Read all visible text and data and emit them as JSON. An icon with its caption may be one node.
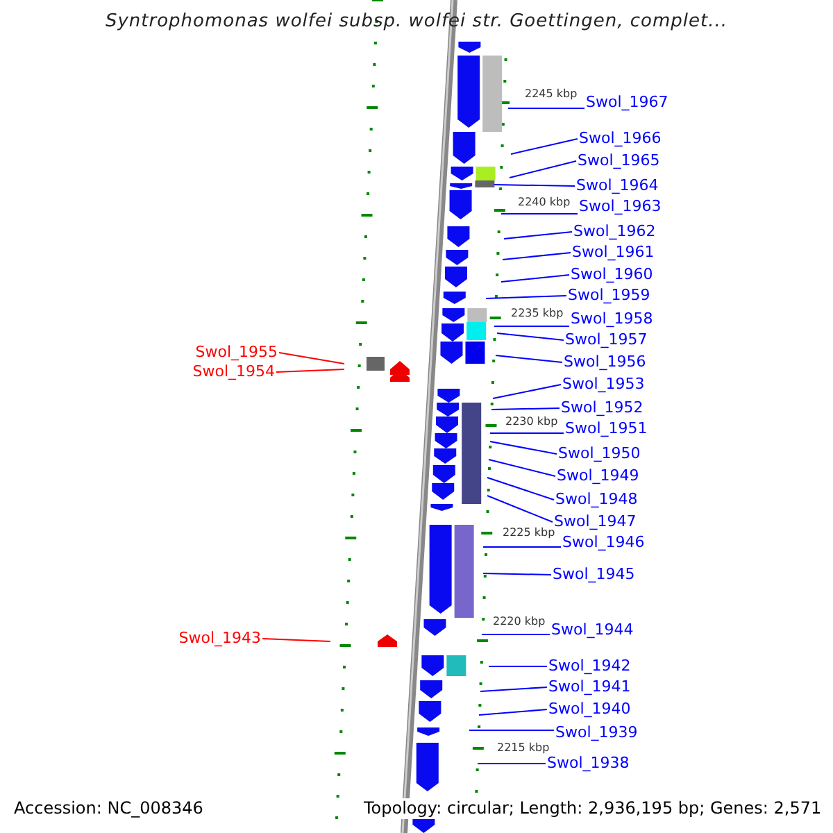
{
  "diagram": {
    "title": "Syntrophomonas wolfei subsp. wolfei str. Goettingen, complet...",
    "nodes": [
      {
        "text": [
          "Swol_1967"
        ]
      },
      {
        "text": [
          "Swol_1966"
        ]
      },
      {
        "text": [
          "Swol_1965"
        ]
      },
      {
        "text": [
          "Swol_1964"
        ]
      },
      {
        "text": [
          "Swol_1963"
        ]
      },
      {
        "text": [
          "Swol_1962"
        ]
      },
      {
        "text": [
          "Swol_1961"
        ]
      },
      {
        "text": [
          "Swol_1960"
        ]
      },
      {
        "text": [
          "Swol_1959"
        ]
      },
      {
        "text": [
          "Swol_1958"
        ]
      },
      {
        "text": [
          "Swol_1957"
        ]
      },
      {
        "text": [
          "Swol_1956"
        ]
      },
      {
        "text": [
          "Swol_1955"
        ]
      },
      {
        "text": [
          "Swol_1954"
        ]
      },
      {
        "text": [
          "Swol_1953"
        ]
      },
      {
        "text": [
          "Swol_1952"
        ]
      },
      {
        "text": [
          "Swol_1951"
        ]
      },
      {
        "text": [
          "Swol_1950"
        ]
      },
      {
        "text": [
          "Swol_1949"
        ]
      },
      {
        "text": [
          "Swol_1948"
        ]
      },
      {
        "text": [
          "Swol_1947"
        ]
      },
      {
        "text": [
          "Swol_1946"
        ]
      },
      {
        "text": [
          "Swol_1945"
        ]
      },
      {
        "text": [
          "Swol_1944"
        ]
      },
      {
        "text": [
          "Swol_1943"
        ]
      },
      {
        "text": [
          "Swol_1942"
        ]
      },
      {
        "text": [
          "Swol_1941"
        ]
      },
      {
        "text": [
          "Swol_1940"
        ]
      },
      {
        "text": [
          "Swol_1939"
        ]
      },
      {
        "text": [
          "Swol_1938"
        ]
      }
    ],
    "edges": [
      {
        "from": 0,
        "to": null,
        "arrow": "none"
      },
      {
        "from": 1,
        "to": null,
        "arrow": "none"
      },
      {
        "from": 2,
        "to": null,
        "arrow": "none"
      },
      {
        "from": 3,
        "to": null,
        "arrow": "none"
      },
      {
        "from": 4,
        "to": null,
        "arrow": "none"
      },
      {
        "from": 5,
        "to": null,
        "arrow": "none"
      },
      {
        "from": 6,
        "to": null,
        "arrow": "none"
      },
      {
        "from": 7,
        "to": null,
        "arrow": "none"
      },
      {
        "from": 8,
        "to": null,
        "arrow": "none"
      },
      {
        "from": 9,
        "to": null,
        "arrow": "none"
      },
      {
        "from": 10,
        "to": null,
        "arrow": "none"
      },
      {
        "from": 11,
        "to": null,
        "arrow": "none"
      },
      {
        "from": 12,
        "to": null,
        "arrow": "none",
        "color": "#ff0000"
      },
      {
        "from": 13,
        "to": null,
        "arrow": "none",
        "color": "#ff0000"
      },
      {
        "from": 14,
        "to": null,
        "arrow": "none"
      },
      {
        "from": 15,
        "to": null,
        "arrow": "none"
      },
      {
        "from": 16,
        "to": null,
        "arrow": "none"
      },
      {
        "from": 17,
        "to": null,
        "arrow": "none"
      },
      {
        "from": 18,
        "to": null,
        "arrow": "none"
      },
      {
        "from": 19,
        "to": null,
        "arrow": "none"
      },
      {
        "from": 20,
        "to": null,
        "arrow": "none"
      },
      {
        "from": 21,
        "to": null,
        "arrow": "none"
      },
      {
        "from": 22,
        "to": null,
        "arrow": "none"
      },
      {
        "from": 23,
        "to": null,
        "arrow": "none"
      },
      {
        "from": 24,
        "to": null,
        "arrow": "none",
        "color": "#ff0000"
      },
      {
        "from": 25,
        "to": null,
        "arrow": "none"
      },
      {
        "from": 26,
        "to": null,
        "arrow": "none"
      },
      {
        "from": 27,
        "to": null,
        "arrow": "none"
      },
      {
        "from": 28,
        "to": null,
        "arrow": "none"
      },
      {
        "from": 29,
        "to": null,
        "arrow": "none"
      }
    ],
    "labels": [
      "2245 kbp",
      "2240 kbp",
      "2235 kbp",
      "2230 kbp",
      "2225 kbp",
      "2220 kbp",
      "2215 kbp",
      "Accession: NC_008346",
      "Topology: circular; Length: 2,936,195 bp; Genes: 2,571"
    ]
  }
}
